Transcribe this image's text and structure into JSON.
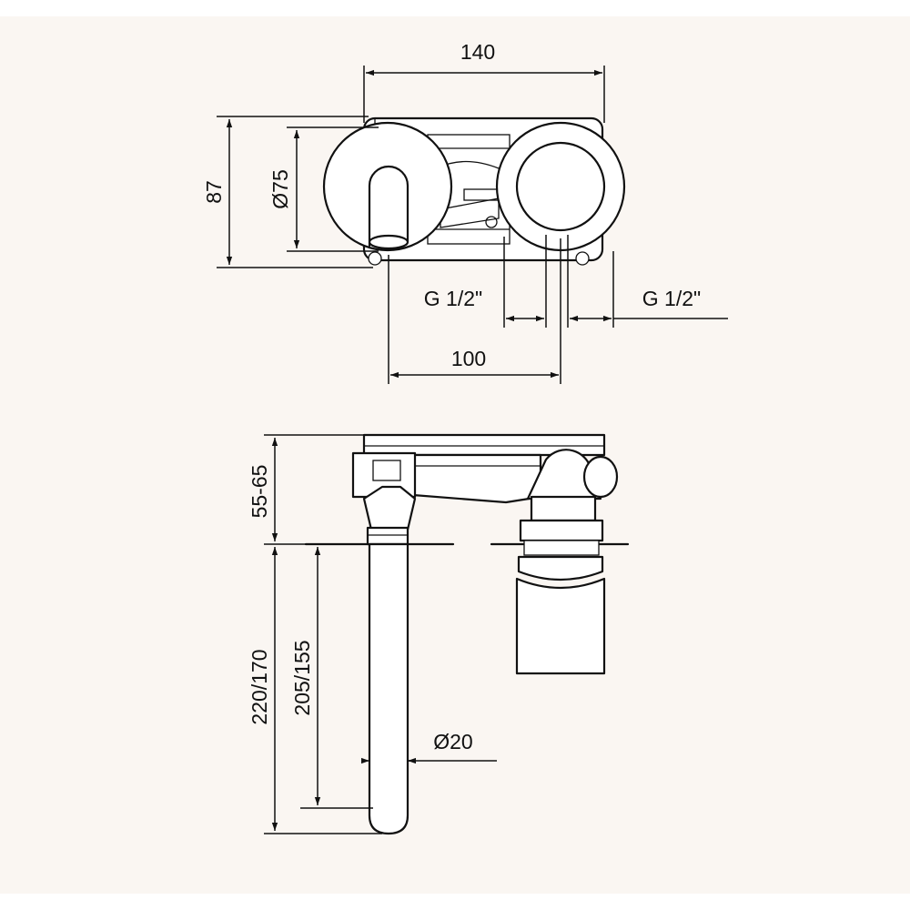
{
  "colors": {
    "background": "#faf6f2",
    "line": "#111111",
    "fill": "#ffffff"
  },
  "dimensions": {
    "overall_width": "140",
    "height": "87",
    "plate_diameter": "Ø75",
    "inlet_left": "G 1/2\"",
    "inlet_right": "G 1/2\"",
    "spacing": "100",
    "depth": "55-65",
    "spout_length_outer": "220/170",
    "spout_length_inner": "205/155",
    "spout_diameter": "Ø20"
  }
}
